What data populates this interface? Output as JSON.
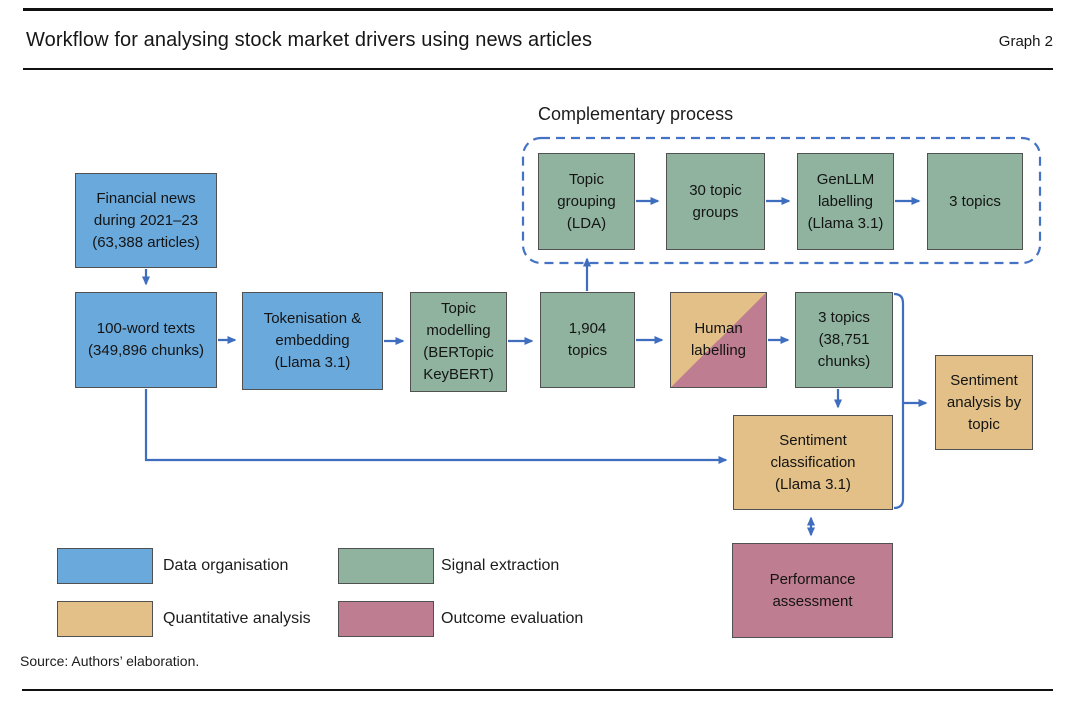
{
  "header": {
    "title": "Workflow for analysing stock market drivers using news articles",
    "graph_label": "Graph 2"
  },
  "complementary": {
    "title": "Complementary process",
    "boxes": {
      "topic_grouping": "Topic\ngrouping\n(LDA)",
      "topic_groups_30": "30 topic\ngroups",
      "genllm_labelling": "GenLLM\nlabelling\n(Llama 3.1)",
      "topics_3": "3 topics"
    }
  },
  "flow": {
    "financial_news": "Financial news\nduring 2021–23\n(63,388 articles)",
    "word_texts": "100-word texts\n(349,896 chunks)",
    "tokenisation": "Tokenisation &\nembedding\n(Llama 3.1)",
    "topic_modelling": "Topic\nmodelling\n(BERTopic\nKeyBERT)",
    "topics_1904": "1,904\ntopics",
    "human_labelling": "Human\nlabelling",
    "topics_3_chunks": "3 topics\n(38,751\nchunks)",
    "sentiment_classification": "Sentiment\nclassification\n(Llama 3.1)",
    "sentiment_analysis": "Sentiment\nanalysis by\ntopic",
    "performance_assessment": "Performance\nassessment"
  },
  "legend": {
    "0": {
      "label": "Data organisation",
      "color": "#6aa9dc"
    },
    "1": {
      "label": "Signal extraction",
      "color": "#8fb39e"
    },
    "2": {
      "label": "Quantitative analysis",
      "color": "#e2c088"
    },
    "3": {
      "label": "Outcome evaluation",
      "color": "#bf7d92"
    }
  },
  "colors": {
    "arrow_blue": "#3f6ebf",
    "dashed_frame_blue": "#4472c4"
  },
  "footer": {
    "source": "Source: Authors’ elaboration."
  }
}
